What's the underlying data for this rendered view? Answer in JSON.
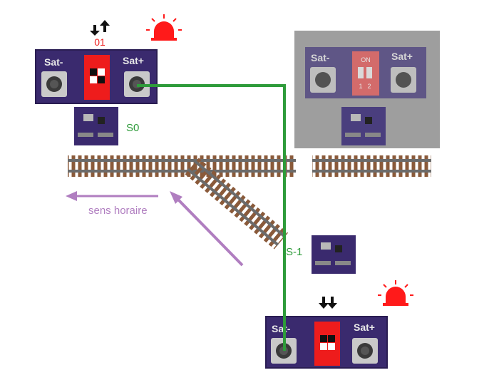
{
  "boards": {
    "top_left": {
      "btn_minus": "Sat-",
      "btn_plus": "Sat+",
      "address": "01",
      "arrows_icon": "arrow-down-up-icon",
      "alarm_icon": "alarm-light-icon"
    },
    "top_right": {
      "btn_minus": "Sat-",
      "btn_plus": "Sat+",
      "switch_on": "ON",
      "switch_1": "1",
      "switch_2": "2"
    },
    "bottom": {
      "btn_minus": "Sat-",
      "btn_plus": "Sat+",
      "arrows_icon": "arrow-down-down-icon",
      "alarm_icon": "alarm-light-icon"
    }
  },
  "satellites": {
    "s0": "S0",
    "s_1": "S-1"
  },
  "direction": {
    "label": "sens horaire"
  },
  "colors": {
    "board": "#3a2a6e",
    "wire": "#2e9b3a",
    "alarm": "#ff1a1a",
    "direction_arrow": "#b07ec0",
    "satellite_label": "#2e9b3a"
  }
}
